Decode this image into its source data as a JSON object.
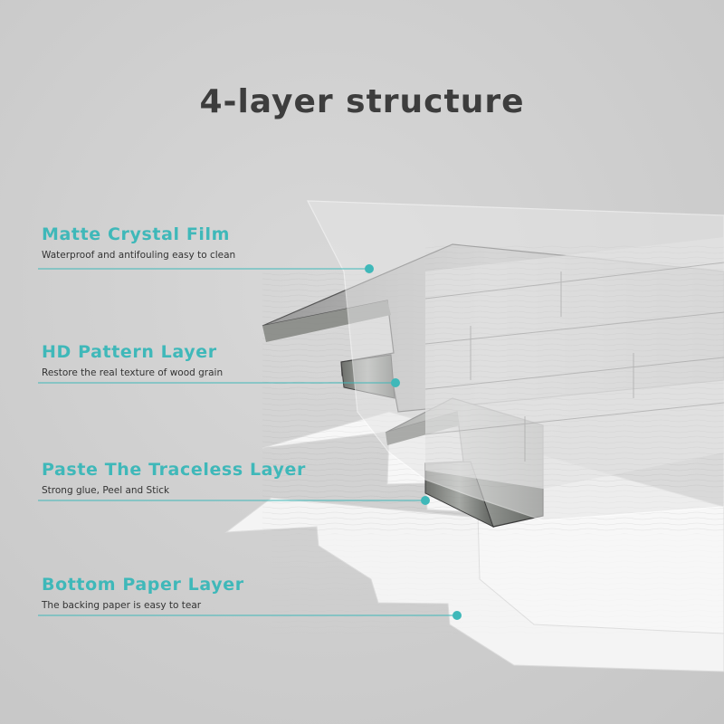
{
  "title": "4-layer structure",
  "layers": [
    {
      "name": "Matte Crystal Film",
      "description": "Waterproof and antifouling easy to clean"
    },
    {
      "name": "HD Pattern Layer",
      "description": "Restore the real texture of wood grain"
    },
    {
      "name": "Paste The Traceless Layer",
      "description": "Strong glue, Peel and Stick"
    },
    {
      "name": "Bottom Paper Layer",
      "description": "The backing paper is easy to tear"
    }
  ],
  "colors": {
    "accent": "#3fb8b9",
    "title": "#3d3d3d",
    "background": "#cfcfcf"
  }
}
